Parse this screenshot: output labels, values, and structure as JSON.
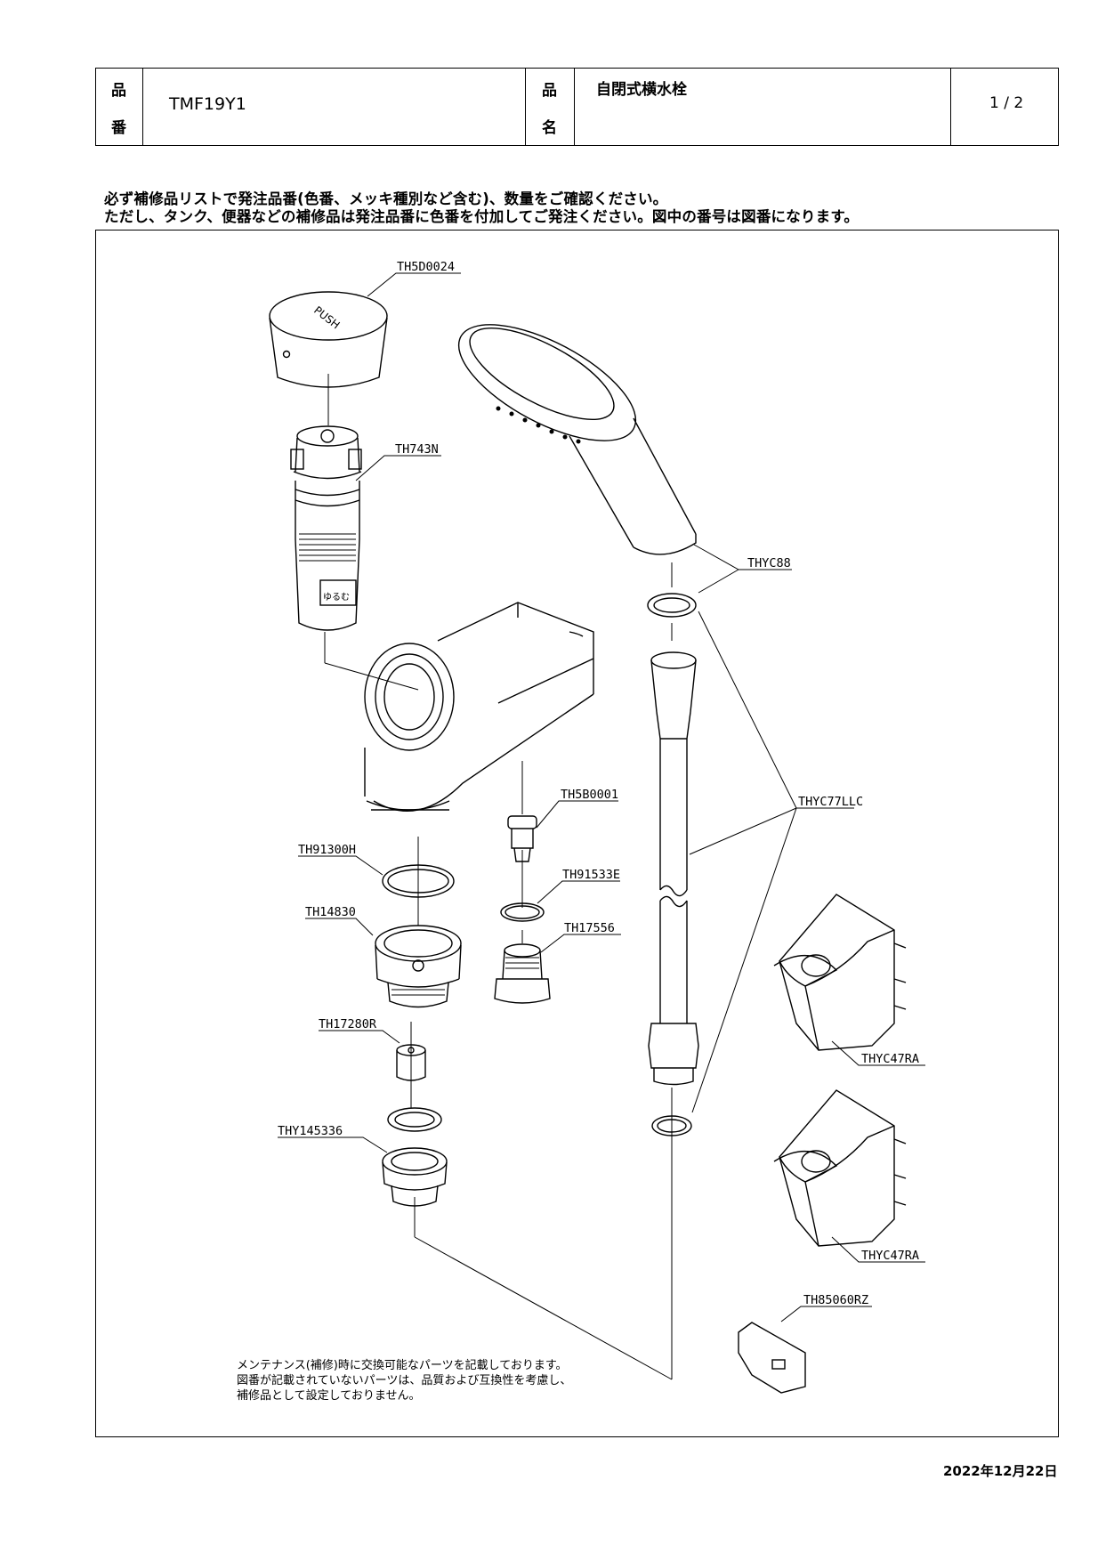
{
  "header": {
    "product_number_label_1": "品",
    "product_number_label_2": "番",
    "product_number": "TMF19Y1",
    "product_name_label_1": "品",
    "product_name_label_2": "名",
    "product_name": "自閉式横水栓",
    "page": "1 / 2"
  },
  "notice": {
    "line1": "必ず補修品リストで発注品番(色番、メッキ種別など含む)、数量をご確認ください。",
    "line2": "ただし、タンク、便器などの補修品は発注品番に色番を付加してご発注ください。図中の番号は図番になります。"
  },
  "parts": {
    "p1": "TH5D0024",
    "p2": "TH743N",
    "p3": "THYC88",
    "p4": "TH5B0001",
    "p5": "THYC77LLC",
    "p6": "TH91300H",
    "p7": "TH91533E",
    "p8": "TH14830",
    "p9": "TH17556",
    "p10": "TH17280R",
    "p11": "THYC47RA",
    "p12": "THY145336",
    "p13": "THYC47RA",
    "p14": "TH85060RZ"
  },
  "drawing": {
    "cap_text": "PUSH",
    "cartridge_text": "ゆるむ"
  },
  "footnote": {
    "line1": "メンテナンス(補修)時に交換可能なパーツを記載しております。",
    "line2": "図番が記載されていないパーツは、品質および互換性を考慮し、",
    "line3": "補修品として設定しておりません。"
  },
  "date": "2022年12月22日"
}
